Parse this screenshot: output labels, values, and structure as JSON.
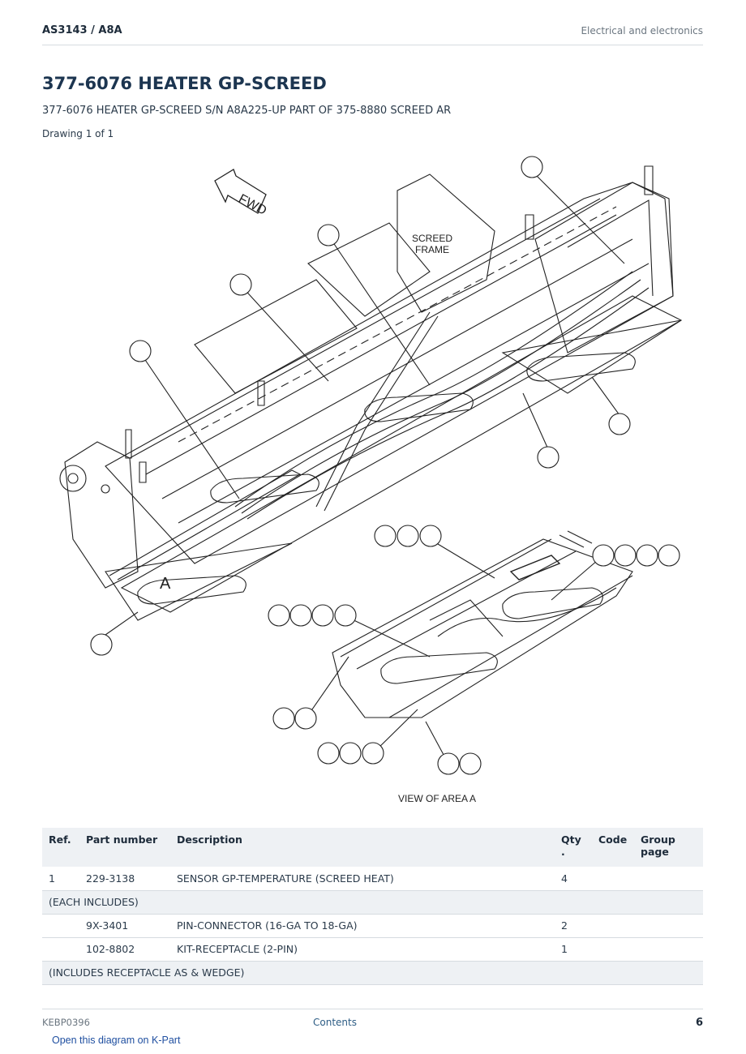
{
  "header": {
    "model": "AS3143  /  A8A",
    "section": "Electrical and electronics"
  },
  "title": "377-6076 HEATER GP-SCREED",
  "subtitle": "377-6076 HEATER GP-SCREED S/N A8A225-UP PART OF 375-8880 SCREED AR",
  "drawing_count": "Drawing 1 of 1",
  "diagram": {
    "fwd_label": "FWD",
    "frame_label_line1": "SCREED",
    "frame_label_line2": "FRAME",
    "area_marker": "A",
    "view_caption": "VIEW OF AREA A"
  },
  "table": {
    "headers": {
      "ref": "Ref.",
      "part_number": "Part number",
      "description": "Description",
      "qty_line1": "Qty",
      "qty_line2": ".",
      "code": "Code",
      "group_page_line1": "Group",
      "group_page_line2": "page"
    },
    "rows": [
      {
        "ref": "1",
        "part_number": "229-3138",
        "description": "SENSOR GP-TEMPERATURE (SCREED HEAT)",
        "qty": "4"
      },
      {
        "note": "(EACH INCLUDES)"
      },
      {
        "ref": "",
        "part_number": "9X-3401",
        "description": "PIN-CONNECTOR (16-GA TO 18-GA)",
        "qty": "2"
      },
      {
        "ref": "",
        "part_number": "102-8802",
        "description": "KIT-RECEPTACLE (2-PIN)",
        "qty": "1"
      },
      {
        "note": "(INCLUDES RECEPTACLE AS & WEDGE)"
      }
    ]
  },
  "footer": {
    "doc_id": "KEBP0396",
    "contents_link": "Contents",
    "page_number": "6",
    "kpart_link": "Open this diagram on K-Part"
  }
}
